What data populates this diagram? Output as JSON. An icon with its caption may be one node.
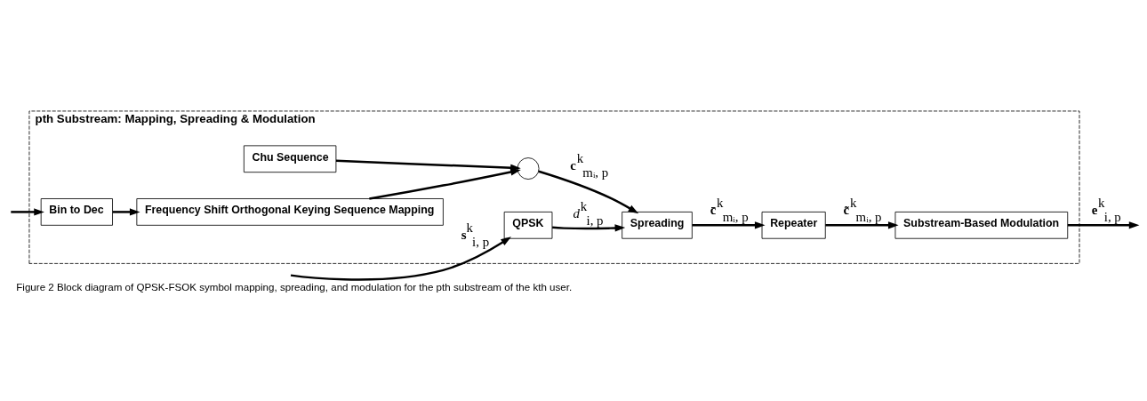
{
  "diagram": {
    "caption": "Figure 2 Block diagram of QPSK-FSOK symbol mapping, spreading, and modulation for the pth substream of the kth user.",
    "nodes": [
      {
        "text": [
          "pth Substream: Mapping, Spreading & Modulation"
        ]
      },
      {
        "text": [
          "QPSK"
        ],
        "in": 0
      },
      {
        "text": [
          "Spreading"
        ],
        "in": 0
      },
      {
        "text": [
          "Repeater"
        ],
        "in": 0
      },
      {
        "text": [
          "Substream-Based Modulation"
        ],
        "in": 0
      },
      {
        "text": [
          "Chu Sequence"
        ],
        "in": 0
      },
      {
        "text": [
          "Bin to Dec"
        ],
        "in": 0
      },
      {
        "text": [
          "Frequency Shift Orthogonal Keying Sequence Mapping"
        ],
        "in": 0
      },
      {
        "text": [],
        "shape": "circle",
        "in": 0
      }
    ],
    "edges": [
      {
        "from": null,
        "to": 1,
        "arrow": "to",
        "label": "**s**$^{k}$$_{i, p}$"
      },
      {
        "from": null,
        "to": 6,
        "arrow": "to"
      },
      {
        "from": 1,
        "to": 2,
        "arrow": "to",
        "label": "*d*$^{k}$$_{i, p}$"
      },
      {
        "from": 2,
        "to": 3,
        "arrow": "to",
        "label": "**c̄**$^{k}$$_{mᵢ, p}$"
      },
      {
        "from": 3,
        "to": 4,
        "arrow": "to",
        "label": "**c̃**$^{k}$$_{mᵢ, p}$"
      },
      {
        "from": 4,
        "to": null,
        "arrow": "to",
        "label": "**e**$^{k}$$_{i, p}$"
      },
      {
        "from": 5,
        "to": 8,
        "arrow": "to"
      },
      {
        "from": 6,
        "to": 7,
        "arrow": "to"
      },
      {
        "from": 7,
        "to": 8,
        "arrow": "to"
      },
      {
        "from": 8,
        "to": 2,
        "arrow": "to",
        "label": "**c**$^{k}$$_{mᵢ, p}$"
      }
    ]
  }
}
